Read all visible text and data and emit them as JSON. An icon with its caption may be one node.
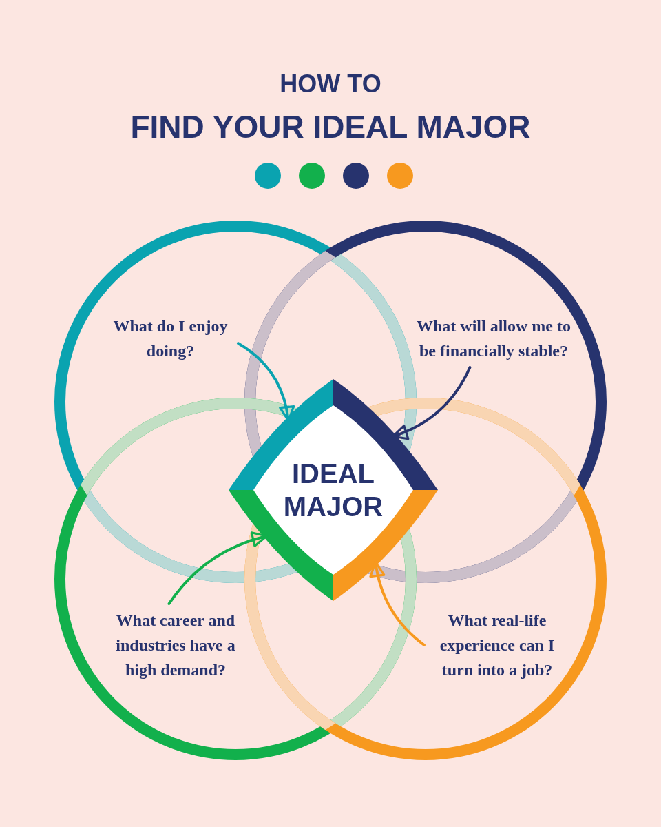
{
  "diagram": {
    "title": "FIND YOUR IDEAL MAJOR",
    "nodes": [
      {
        "text": [
          "What do I enjoy doing?"
        ]
      },
      {
        "text": [
          "What will allow me to be financially stable?"
        ]
      },
      {
        "text": [
          "What career and industries have a high demand?"
        ]
      },
      {
        "text": [
          "What real-life experience can I turn into a job?"
        ]
      },
      {
        "text": [
          "IDEAL MAJOR"
        ]
      }
    ],
    "edges": [
      {
        "from": 0,
        "to": 4,
        "arrow": "to",
        "color": "#0aa3b0"
      },
      {
        "from": 1,
        "to": 4,
        "arrow": "to",
        "color": "#27336e"
      },
      {
        "from": 2,
        "to": 4,
        "arrow": "to",
        "color": "#12b04c"
      },
      {
        "from": 3,
        "to": 4,
        "arrow": "to",
        "color": "#f7991f"
      }
    ],
    "labels": [
      "HOW TO"
    ]
  }
}
